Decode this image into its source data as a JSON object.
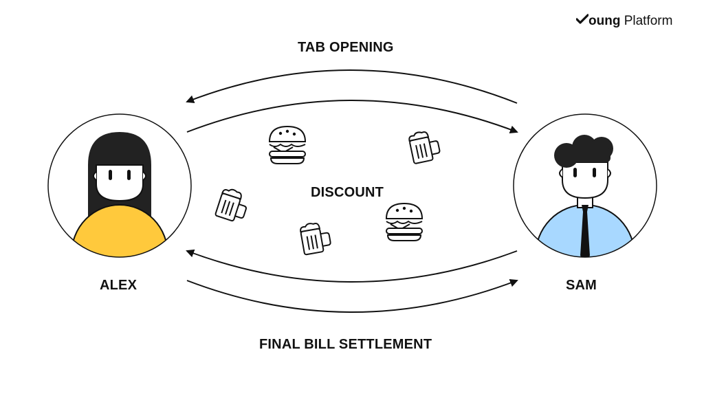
{
  "brand": {
    "name_bold": "oung",
    "name_light": "Platform",
    "logo_mark": "check-y-icon"
  },
  "diagram": {
    "top_label": "TAB OPENING",
    "center_label": "DISCOUNT",
    "bottom_label": "FINAL BILL SETTLEMENT",
    "left_person": {
      "name": "ALEX",
      "shirt_color": "#FFC93C",
      "hair_color": "#222222"
    },
    "right_person": {
      "name": "SAM",
      "shirt_color": "#A8D8FF",
      "hair_color": "#222222",
      "tie_color": "#111111"
    },
    "icons": [
      "burger-icon",
      "beer-mug-icon",
      "beer-mug-icon",
      "beer-mug-icon",
      "burger-icon"
    ]
  }
}
